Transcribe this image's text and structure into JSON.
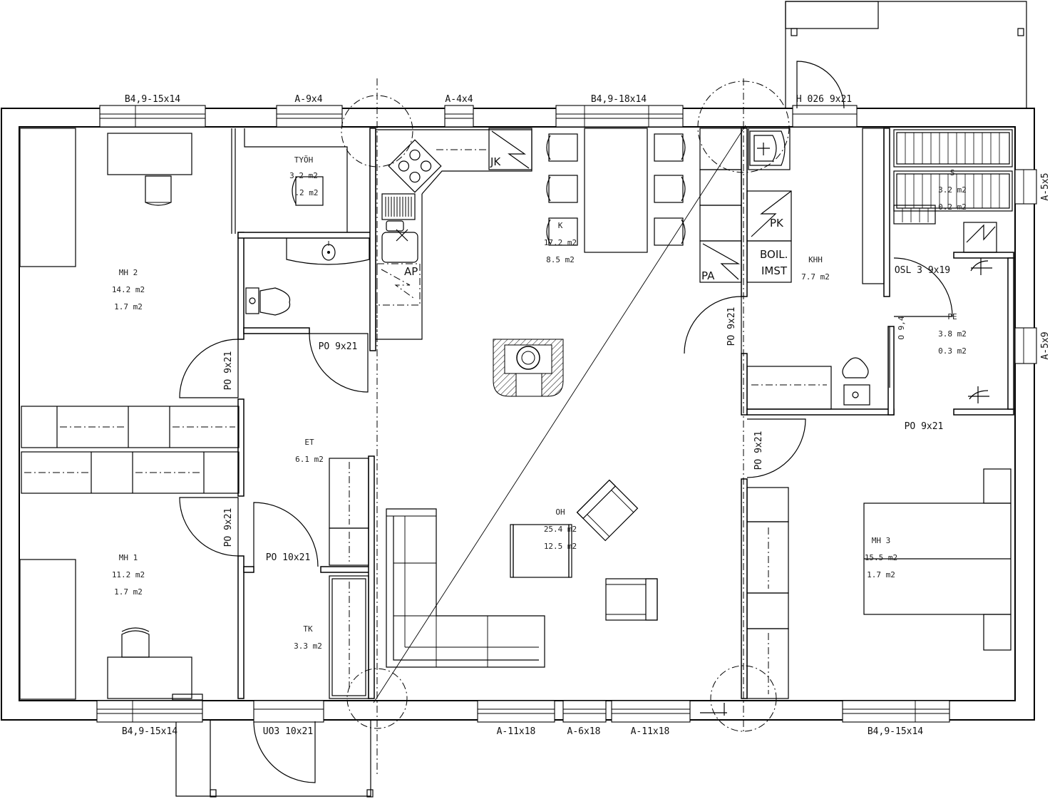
{
  "rooms": {
    "mh2": {
      "name": "MH 2",
      "area1": "14.2 m2",
      "area2": "1.7 m2"
    },
    "mh1": {
      "name": "MH 1",
      "area1": "11.2 m2",
      "area2": "1.7 m2"
    },
    "tyoh": {
      "name": "TYÖH",
      "area1": "3.2 m2",
      "area2": ".2 m2"
    },
    "k": {
      "name": "K",
      "area1": "17.2 m2",
      "area2": "8.5 m2"
    },
    "khh": {
      "name": "KHH",
      "area1": "7.7 m2"
    },
    "s": {
      "name": "S",
      "area1": "3.2 m2",
      "area2": "0.2 m2"
    },
    "pe": {
      "name": "PE",
      "area1": "3.8 m2",
      "area2": "0.3 m2"
    },
    "et": {
      "name": "ET",
      "area1": "6.1 m2"
    },
    "oh": {
      "name": "OH",
      "area1": "25.4 m2",
      "area2": "12.5 m2"
    },
    "mh3": {
      "name": "MH 3",
      "area1": "15.5 m2",
      "area2": "1.7 m2"
    },
    "tk": {
      "name": "TK",
      "area1": "3.3 m2"
    }
  },
  "windows": {
    "top1": "B4,9-15x14",
    "top2": "A-9x4",
    "top3": "A-4x4",
    "top4": "B4,9-18x14",
    "bot1": "B4,9-15x14",
    "bot2": "A-11x18",
    "bot3": "A-6x18",
    "bot4": "A-11x18",
    "bot5": "B4,9-15x14",
    "right1": "A-5x5",
    "right2": "A-5x9"
  },
  "doors": {
    "h026": "H 026 9x21",
    "osl": "OSL 3 9x19",
    "po_wc": "PO 9x21",
    "po_mh2": "PO 9x21",
    "po_mh1": "PO 9x21",
    "po_tk": "PO 10x21",
    "uo3": "UO3 10x21",
    "po_khh": "PO 9x21",
    "po_mh3": "PO 9x21",
    "po_pe": "PO 9x21",
    "o9": "O 9,4"
  },
  "fixtures": {
    "jk": "JK",
    "ap": "AP",
    "pk": "PK",
    "pa": "PA",
    "boil": "BOIL.",
    "imst": "IMST"
  }
}
